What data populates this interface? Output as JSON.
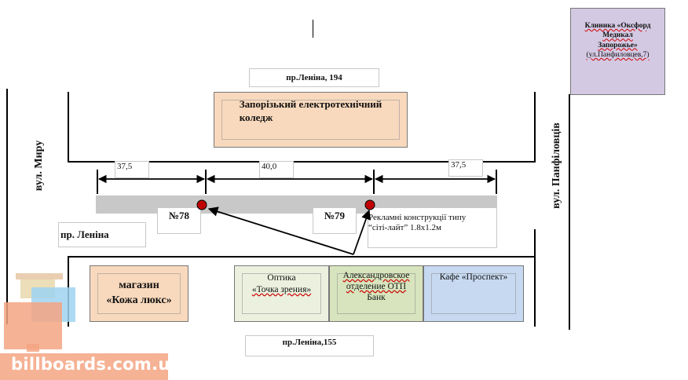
{
  "streets": {
    "top_label": "пр.Леніна, 194",
    "bottom_label": "пр.Леніна,155",
    "left_vertical": "вул. Миру",
    "right_vertical": "вул. Панфіловців",
    "middle_label": "пр. Леніна"
  },
  "clinic": {
    "line1": "Клиника «Оксфорд",
    "line2": "Медикал",
    "line3": "Запорожье»",
    "line4": "(ул.Панфиловцев,7)"
  },
  "college": {
    "line1": "Запорізький електротехнічний",
    "line2": "коледж"
  },
  "dimensions": {
    "left": "37,5",
    "middle": "40,0",
    "right": "37,5"
  },
  "billboards": {
    "b78": "№78",
    "b79": "№79"
  },
  "ad_note": {
    "line1": "Рекламні конструкції типу",
    "line2": "“сіті-лайт” 1.8х1.2м"
  },
  "shops": [
    {
      "line1": "магазин",
      "line2": "«Кожа люкс»"
    },
    {
      "line1": "Оптика",
      "line2": "«Точка зрения»"
    },
    {
      "line1": "Александровское",
      "line2": "отделение ОТП",
      "line3": "Банк"
    },
    {
      "line1": "Кафе «Проспект»"
    }
  ],
  "watermark": "billboards.com.ua",
  "colors": {
    "college_fill": "#f9d9bd",
    "clinic_fill": "#d4c9e3",
    "leather_fill": "#f9d9bd",
    "optics_fill": "#ebf1de",
    "bank_fill": "#d7e4bd",
    "cafe_fill": "#c6d9f1",
    "road_strip": "#c8c8c8",
    "billboard_marker": "#c00000",
    "watermark_fill": "#f4a582"
  }
}
